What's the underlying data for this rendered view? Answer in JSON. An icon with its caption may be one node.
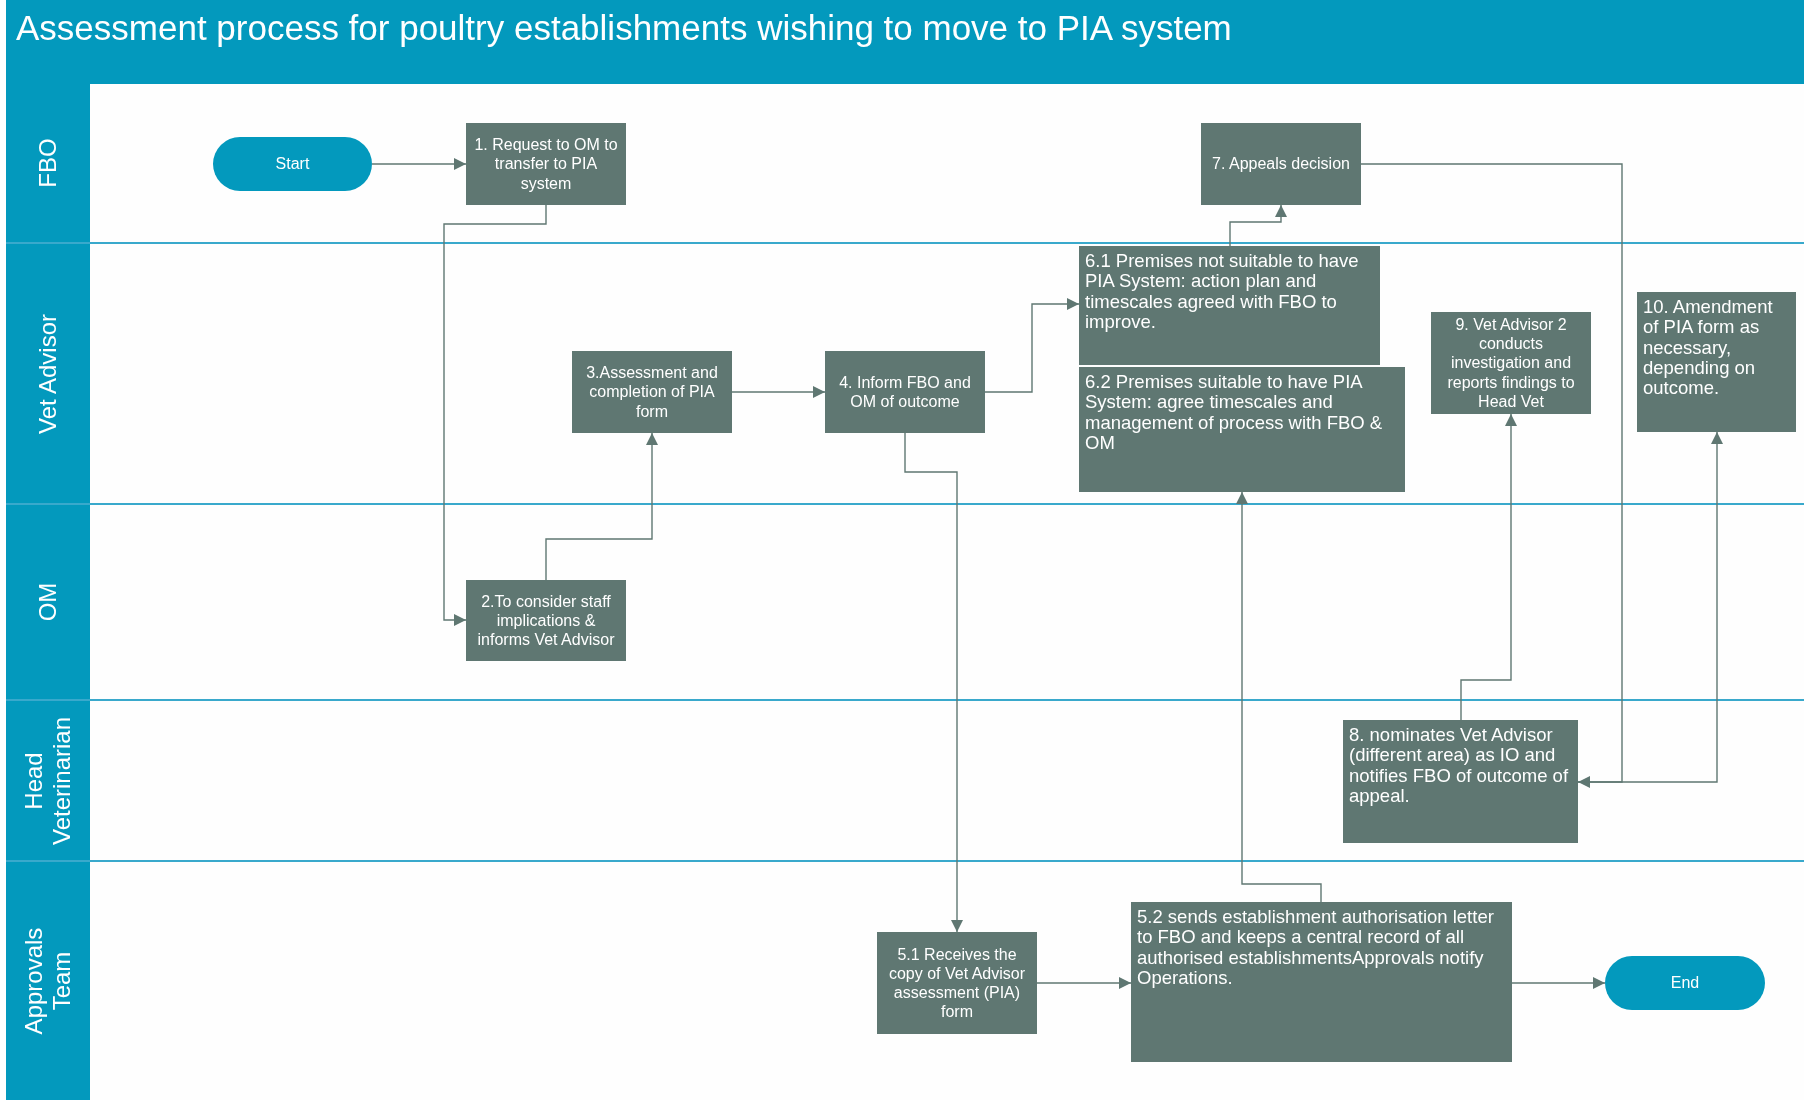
{
  "diagram": {
    "title": "Assessment process for poultry establishments wishing to move to PIA system",
    "nodes": [
      {
        "text": [
          "FBO"
        ]
      },
      {
        "text": [
          "Start"
        ],
        "in": 0
      },
      {
        "text": [
          "1. Request to OM to transfer to PIA system"
        ],
        "in": 0
      },
      {
        "text": [
          "7. Appeals decision"
        ],
        "in": 0
      },
      {
        "text": [
          "Vet Advisor"
        ]
      },
      {
        "text": [
          "6.1 Premises not suitable to have PIA System: action plan and timescales agreed with FBO to improve."
        ],
        "in": 4
      },
      {
        "text": [
          "6.2 Premises suitable to have PIA System: agree timescales and management of process with FBO & OM"
        ],
        "in": 4
      },
      {
        "text": [
          "3.Assessment and completion of PIA form"
        ],
        "in": 4
      },
      {
        "text": [
          "4. Inform FBO and OM of outcome"
        ],
        "in": 4
      },
      {
        "text": [
          "9. Vet Advisor 2 conducts investigation and reports findings to Head Vet"
        ],
        "in": 4
      },
      {
        "text": [
          "10.  Amendment of PIA form as necessary, depending on outcome."
        ],
        "in": 4
      },
      {
        "text": [
          "OM"
        ]
      },
      {
        "text": [
          "2.To consider staff implications & informs Vet Advisor"
        ],
        "in": 11
      },
      {
        "text": [
          "Head Veterinarian"
        ]
      },
      {
        "text": [
          "8. nominates Vet Advisor (different area) as IO and notifies FBO of outcome of appeal."
        ],
        "in": 13
      },
      {
        "text": [
          "Approvals Team"
        ]
      },
      {
        "text": [
          "5.1 Receives the copy of Vet Advisor assessment (PIA) form"
        ],
        "in": 15
      },
      {
        "text": [
          "5.2  sends establishment authorisation letter to FBO and keeps a central record of all authorised establishmentsApprovals notify Operations."
        ],
        "in": 15
      },
      {
        "text": [
          "End"
        ],
        "in": 15
      }
    ],
    "edges": [
      {
        "from": 1,
        "to": 2,
        "arrow": "to"
      },
      {
        "from": 2,
        "to": 12,
        "arrow": "to"
      },
      {
        "from": 12,
        "to": 7,
        "arrow": "to"
      },
      {
        "from": 7,
        "to": 8,
        "arrow": "to"
      },
      {
        "from": 8,
        "to": 5,
        "arrow": "to"
      },
      {
        "from": 8,
        "to": 16,
        "arrow": "to"
      },
      {
        "from": 16,
        "to": 17,
        "arrow": "to"
      },
      {
        "from": 17,
        "to": 6,
        "arrow": "to"
      },
      {
        "from": 17,
        "to": 18,
        "arrow": "to"
      },
      {
        "from": 5,
        "to": 3,
        "arrow": "to"
      },
      {
        "from": 3,
        "to": 14,
        "arrow": "to"
      },
      {
        "from": 14,
        "to": 9,
        "arrow": "to"
      },
      {
        "from": 14,
        "to": 10,
        "arrow": "to"
      }
    ]
  }
}
